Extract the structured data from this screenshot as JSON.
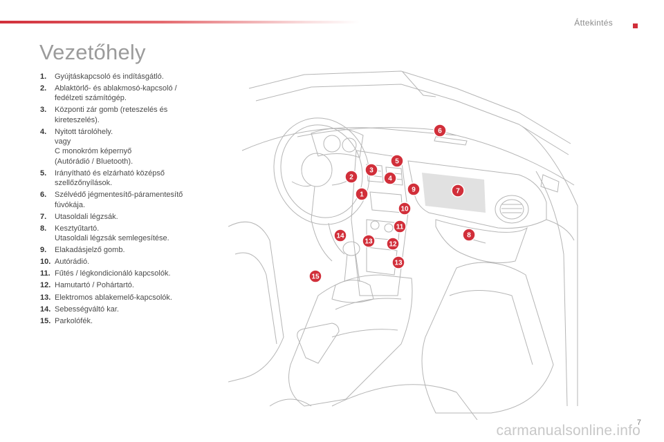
{
  "header": {
    "section": "Áttekintés",
    "accent_color": "#d12f3a"
  },
  "title": "Vezetőhely",
  "items": [
    {
      "num": "1.",
      "lines": [
        "Gyújtáskapcsoló és indításgátló."
      ]
    },
    {
      "num": "2.",
      "lines": [
        "Ablaktörlő- és ablakmosó-kapcsoló /",
        "fedélzeti számítógép."
      ]
    },
    {
      "num": "3.",
      "lines": [
        "Központi zár gomb (reteszelés és",
        "kireteszelés)."
      ]
    },
    {
      "num": "4.",
      "lines": [
        "Nyitott tárolóhely.",
        "vagy",
        "C monokróm képernyő",
        "(Autórádió / Bluetooth)."
      ]
    },
    {
      "num": "5.",
      "lines": [
        "Irányítható és elzárható középső",
        "szellőzőnyílások."
      ]
    },
    {
      "num": "6.",
      "lines": [
        "Szélvédő jégmentesítő-páramentesítő",
        "fúvókája."
      ]
    },
    {
      "num": "7.",
      "lines": [
        "Utasoldali légzsák."
      ]
    },
    {
      "num": "8.",
      "lines": [
        "Kesztyűtartó.",
        "Utasoldali légzsák semlegesítése."
      ]
    },
    {
      "num": "9.",
      "lines": [
        "Elakadásjelző gomb."
      ]
    },
    {
      "num": "10.",
      "lines": [
        "Autórádió."
      ]
    },
    {
      "num": "11.",
      "lines": [
        "Fűtés / légkondicionáló kapcsolók."
      ]
    },
    {
      "num": "12.",
      "lines": [
        "Hamutartó / Pohártartó."
      ]
    },
    {
      "num": "13.",
      "lines": [
        "Elektromos ablakemelő-kapcsolók."
      ]
    },
    {
      "num": "14.",
      "lines": [
        "Sebességváltó kar."
      ]
    },
    {
      "num": "15.",
      "lines": [
        "Parkolófék."
      ]
    }
  ],
  "callouts": [
    "1",
    "2",
    "3",
    "4",
    "5",
    "6",
    "7",
    "8",
    "9",
    "10",
    "11",
    "12",
    "13",
    "13",
    "14",
    "15"
  ],
  "footer": {
    "page_number": "7",
    "watermark": "carmanualsonline.info"
  }
}
